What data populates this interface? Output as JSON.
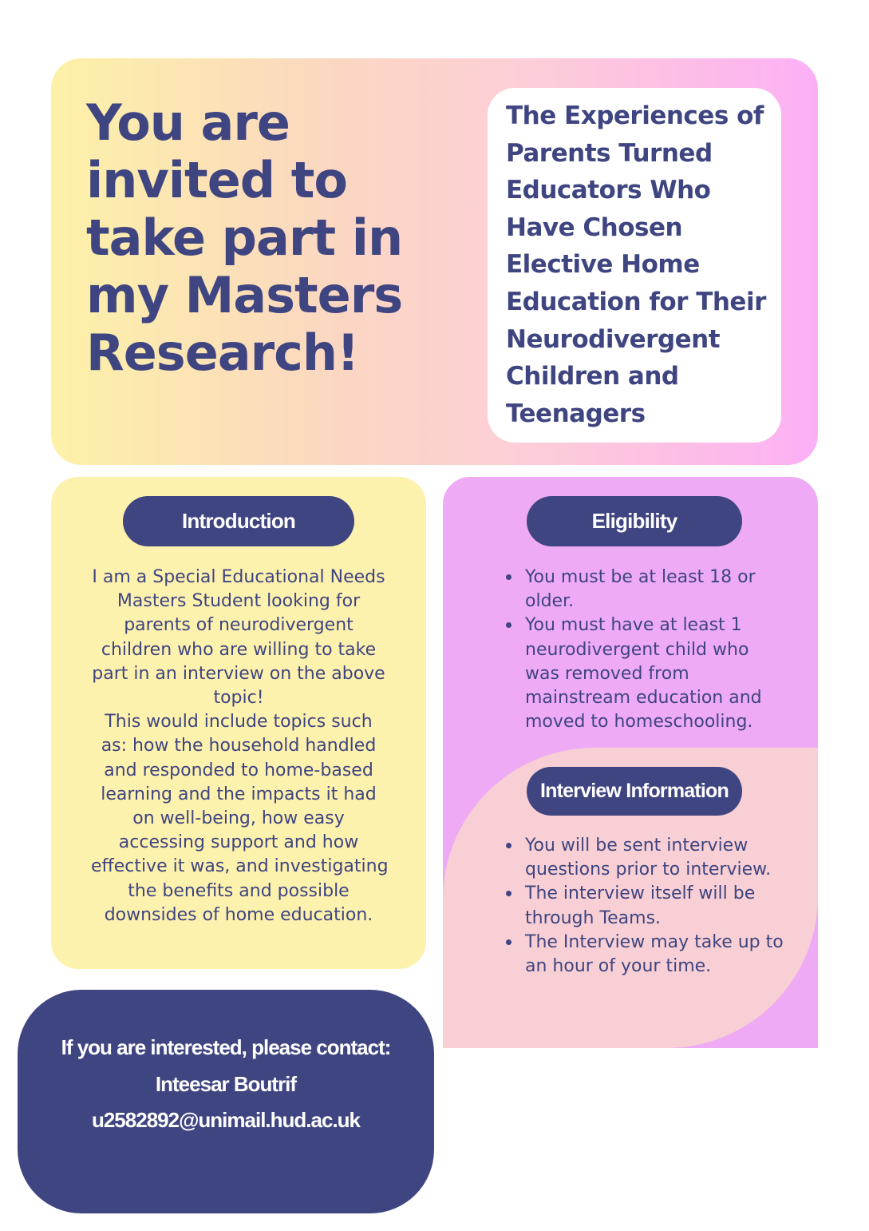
{
  "hero": {
    "title_lines": [
      "You are",
      "invited to",
      "take part in",
      "my Masters",
      "Research!"
    ],
    "study_title_lines": [
      "The Experiences of",
      "Parents Turned",
      "Educators Who",
      "Have Chosen",
      "Elective Home",
      "Education for Their",
      "Neurodivergent",
      "Children and",
      "Teenagers"
    ]
  },
  "introduction": {
    "heading": "Introduction",
    "lines": [
      "I am a Special Educational Needs",
      "Masters Student looking for",
      "parents of neurodivergent",
      "children who are willing to take",
      "part in an interview on the above",
      "topic!",
      "This would include topics such",
      "as: how the household handled",
      "and responded to home-based",
      "learning and the impacts it had",
      "on well-being, how easy",
      "accessing support and how",
      "effective it was, and investigating",
      "the benefits and possible",
      "downsides of home education."
    ]
  },
  "eligibility": {
    "heading": "Eligibility",
    "items": [
      [
        "You must be at least 18 or",
        "older."
      ],
      [
        "You must have at least 1",
        "neurodivergent child who",
        "was removed from",
        "mainstream education and",
        "moved to homeschooling."
      ]
    ]
  },
  "interview": {
    "heading": "Interview Information",
    "items": [
      [
        "You will be sent interview",
        "questions prior to interview."
      ],
      [
        "The interview itself will be",
        "through Teams."
      ],
      [
        "The Interview may take up to",
        "an hour of your time."
      ]
    ]
  },
  "contact": {
    "prompt": "If you are interested, please contact:",
    "name": "Inteesar Boutrif",
    "email": "u2582892@unimail.hud.ac.uk"
  },
  "colors": {
    "navy": "#3f4580",
    "yellow": "#fdf1ae",
    "lilac": "#eeaaf5",
    "pink": "#f7cfd4"
  }
}
